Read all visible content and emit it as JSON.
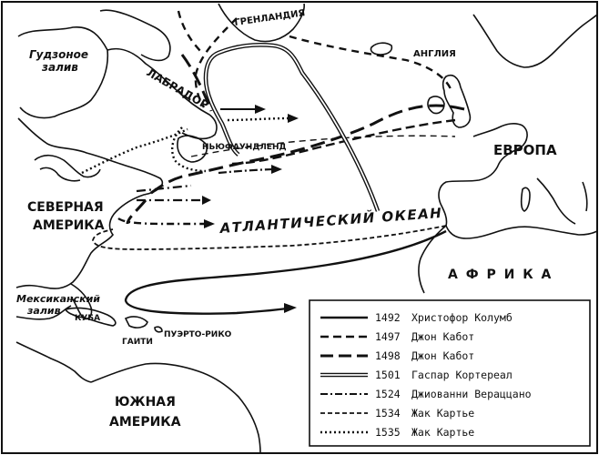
{
  "labels": {
    "hudson_bay": [
      "Гудзоное",
      "залив"
    ],
    "greenland": "ГРЕНЛАНДИЯ",
    "labrador": "ЛАБРАДОР",
    "england": "АНГЛИЯ",
    "newfoundland": "НЬЮФАУНДЛЕНД",
    "europe": "ЕВРОПА",
    "north_america": [
      "СЕВЕРНАЯ",
      "АМЕРИКА"
    ],
    "atlantic_ocean": "АТЛАНТИЧЕСКИЙ ОКЕАН",
    "africa": "А Ф Р И К А",
    "gulf_of_mexico": [
      "Мексиканский",
      "залив"
    ],
    "cuba": "КУБА",
    "haiti": "ГАИТИ",
    "puerto_rico": "ПУЭРТО-РИКО",
    "south_america": [
      "ЮЖНАЯ",
      "АМЕРИКА"
    ]
  },
  "legend": [
    {
      "year": "1492",
      "name": "Христофор Колумб",
      "style": "solid"
    },
    {
      "year": "1497",
      "name": "Джон Кабот",
      "style": "dash"
    },
    {
      "year": "1498",
      "name": "Джон Кабот",
      "style": "longdash"
    },
    {
      "year": "1501",
      "name": "Гаспар Кортереал",
      "style": "double"
    },
    {
      "year": "1524",
      "name": "Джиованни Вераццано",
      "style": "dashdot"
    },
    {
      "year": "1534",
      "name": "Жак Картье",
      "style": "dashdot2"
    },
    {
      "year": "1535",
      "name": "Жак Картье",
      "style": "dotted"
    }
  ],
  "colors": {
    "ink": "#111111",
    "paper": "#ffffff"
  }
}
